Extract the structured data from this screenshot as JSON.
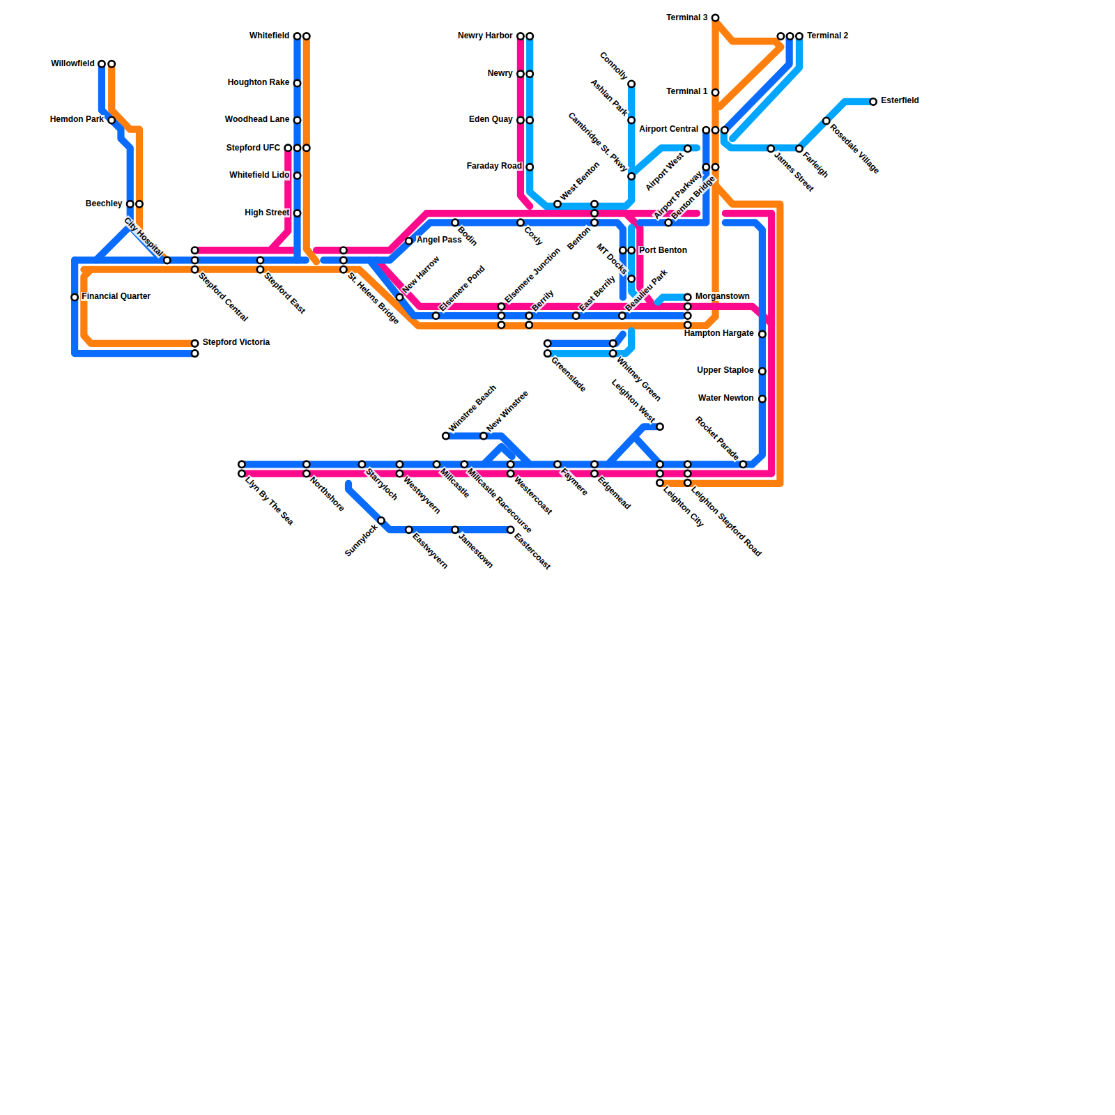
{
  "diagram": {
    "labels": [
      "Willowfield",
      "Hemdon Park",
      "Beechley",
      "City Hospital",
      "Financial Quarter",
      "Stepford Central",
      "Stepford East",
      "Stepford Victoria",
      "Whitefield",
      "Houghton Rake",
      "Woodhead Lane",
      "Stepford UFC",
      "Whitefield Lido",
      "High Street",
      "St. Helens Bridge",
      "Angel Pass",
      "Bodin",
      "New Harrow",
      "Elsemere Pond",
      "Elsemere Junction",
      "Berrily",
      "East Berrily",
      "Beaulieu Park",
      "Newry Harbor",
      "Newry",
      "Eden Quay",
      "Faraday Road",
      "Coxly",
      "West Benton",
      "Benton",
      "Connolly",
      "Ashlan Park",
      "Cambridge St. Pkwy",
      "Airport West",
      "Airport Parkway",
      "Benton Bridge",
      "MT Docks",
      "Port Benton",
      "Airport Central",
      "Terminal 3",
      "Terminal 1",
      "Terminal 2",
      "James Street",
      "Farleigh",
      "Rosedale Village",
      "Esterfield",
      "Morganstown",
      "Hampton Hargate",
      "Upper Staploe",
      "Water Newton",
      "Rocket Parade",
      "Greenslade",
      "Whitney Green",
      "Leighton West",
      "Winstree Beach",
      "New Winstree",
      "Llyn By The Sea",
      "Northshore",
      "Starryloch",
      "Westwyvern",
      "Millcastle",
      "Millcastle Racecourse",
      "Westercoast",
      "Faymere",
      "Edgemead",
      "Leighton City",
      "Leighton Stepford Road",
      "Sunnylock",
      "Eastwyvern",
      "Jamestown",
      "Eastercoast"
    ]
  }
}
